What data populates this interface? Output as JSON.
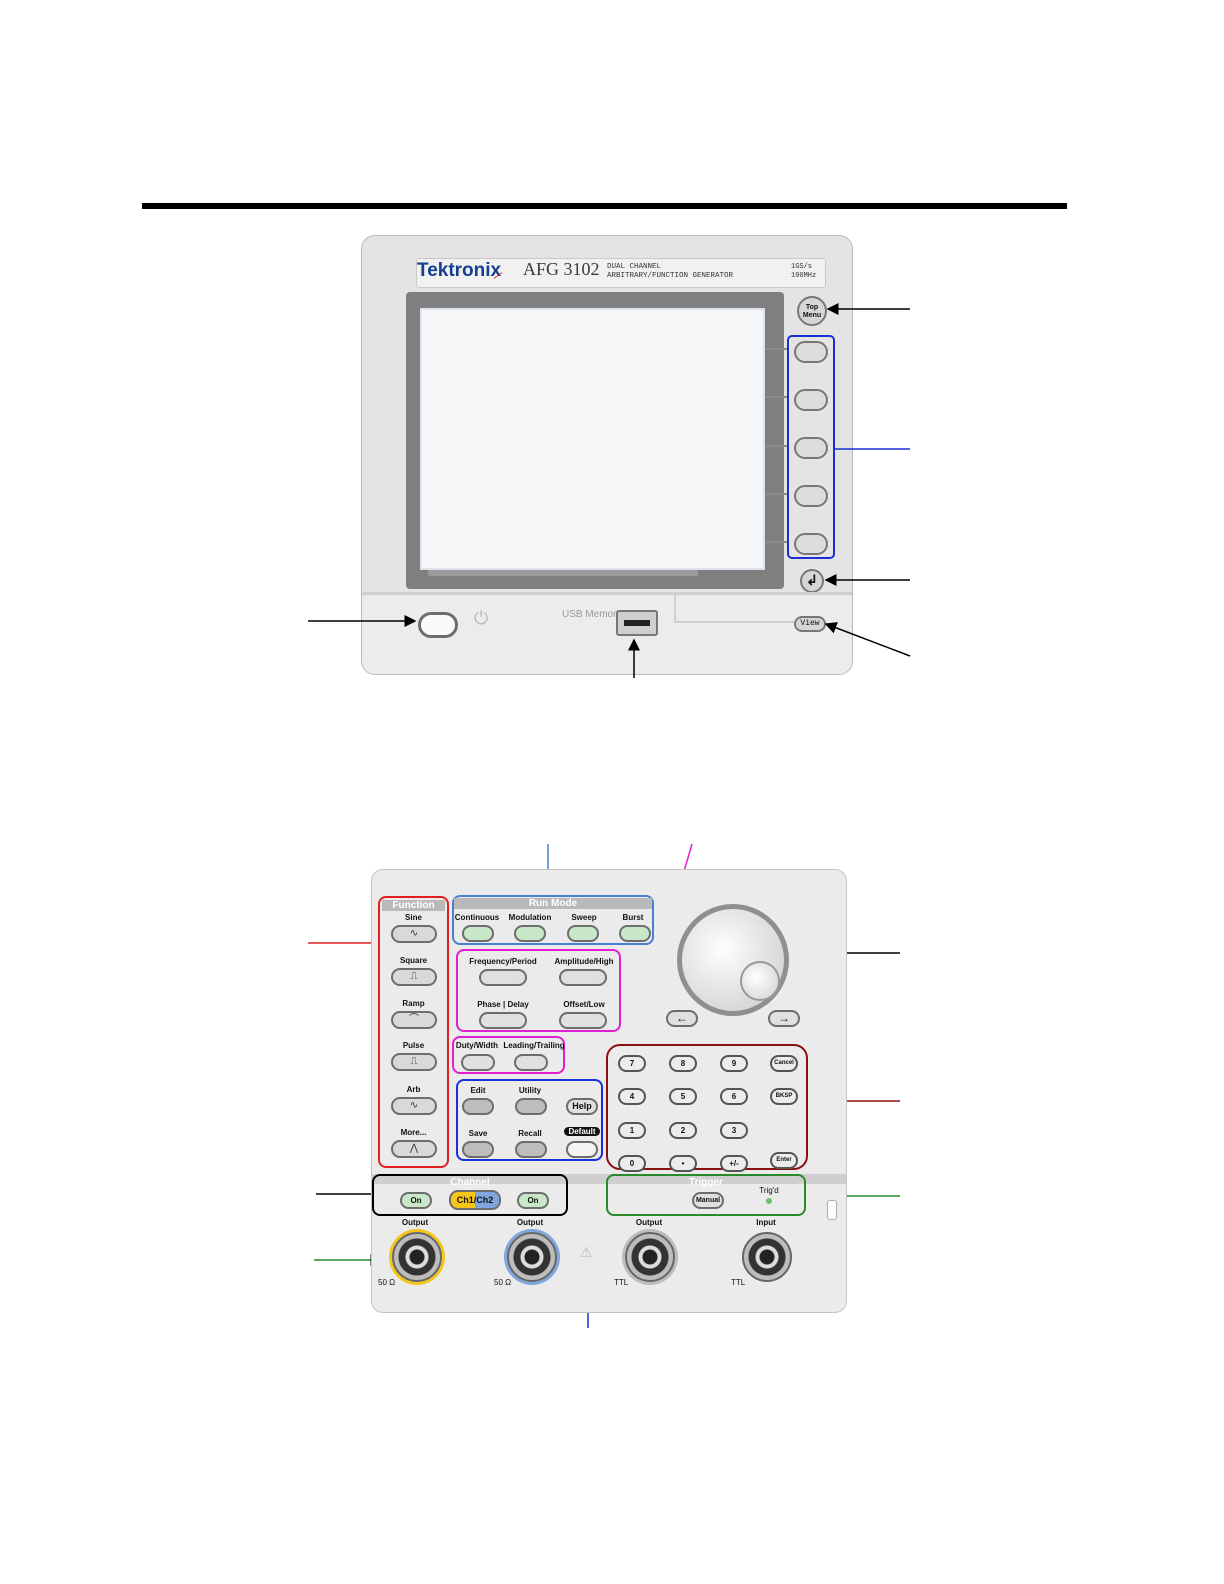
{
  "panel_top": {
    "brand": "Tektronix",
    "model": "AFG 3102",
    "description_line1": "DUAL CHANNEL",
    "description_line2": "ARBITRARY/FUNCTION GENERATOR",
    "spec_line1": "1GS/s",
    "spec_line2": "100MHz",
    "top_menu_label": "Top Menu",
    "usb_label": "USB Memory",
    "view_label": "View"
  },
  "panel_bottom": {
    "function": {
      "title": "Function",
      "items": [
        {
          "label": "Sine",
          "icon": "sine-wave-icon",
          "glyph": "∿"
        },
        {
          "label": "Square",
          "icon": "square-wave-icon",
          "glyph": "⎍"
        },
        {
          "label": "Ramp",
          "icon": "ramp-wave-icon",
          "glyph": "⌒"
        },
        {
          "label": "Pulse",
          "icon": "pulse-wave-icon",
          "glyph": "⎍"
        },
        {
          "label": "Arb",
          "icon": "arb-wave-icon",
          "glyph": "∿"
        },
        {
          "label": "More...",
          "icon": "more-wave-icon",
          "glyph": "⋀"
        }
      ]
    },
    "run_mode": {
      "title": "Run Mode",
      "items": [
        "Continuous",
        "Modulation",
        "Sweep",
        "Burst"
      ]
    },
    "parameters": {
      "frequency_period": "Frequency/Period",
      "amplitude_high": "Amplitude/High",
      "phase_delay": "Phase | Delay",
      "offset_low": "Offset/Low",
      "duty_width": "Duty/Width",
      "leading_trailing": "Leading/Trailing"
    },
    "utility": {
      "edit": "Edit",
      "utility": "Utility",
      "help": "Help",
      "save": "Save",
      "recall": "Recall",
      "default": "Default"
    },
    "keypad": {
      "rows": [
        [
          "7",
          "8",
          "9",
          "Cancel"
        ],
        [
          "4",
          "5",
          "6",
          "BKSP"
        ],
        [
          "1",
          "2",
          "3",
          ""
        ],
        [
          "0",
          "•",
          "+/-",
          "Enter"
        ]
      ]
    },
    "channel": {
      "title": "Channel",
      "on1": "On",
      "ch1": "Ch1",
      "ch2": "Ch2",
      "on2": "On"
    },
    "trigger": {
      "title": "Trigger",
      "manual": "Manual",
      "trigd": "Trig'd"
    },
    "connectors": [
      {
        "label": "Output",
        "sub": "50 Ω",
        "ring": "#f5c518"
      },
      {
        "label": "Output",
        "sub": "50 Ω",
        "ring": "#7fa6dd"
      },
      {
        "label": "Output",
        "sub": "TTL",
        "ring": "#bdbdbd"
      },
      {
        "label": "Input",
        "sub": "TTL",
        "ring": ""
      }
    ]
  },
  "colors": {
    "softkey_box": "#1b2fd6",
    "function_box": "#e02020",
    "run_mode_box": "#4a7fd6",
    "parameter_box": "#e020d0",
    "utility_box": "#1b2fd6",
    "keypad_box": "#8a1010",
    "channel_box": "#000000",
    "trigger_box": "#2a8a2a"
  }
}
